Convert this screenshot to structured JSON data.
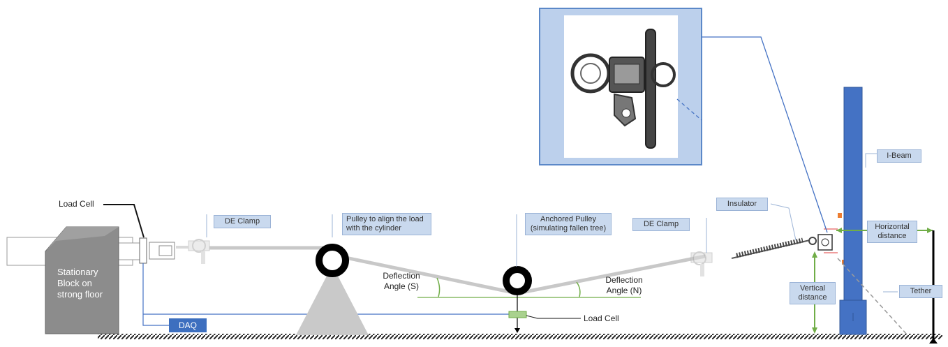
{
  "labels": {
    "load_cell_top": "Load Cell",
    "block": "Stationary Block on strong floor",
    "daq": "DAQ",
    "de_clamp_left": "DE Clamp",
    "pulley_align": "Pulley to align the load with the cylinder",
    "anchored_pulley": "Anchored Pulley (simulating fallen tree)",
    "de_clamp_right": "DE Clamp",
    "insulator": "Insulator",
    "i_beam": "I-Beam",
    "horizontal_distance": "Horizontal distance",
    "vertical_distance": "Vertical distance",
    "tether": "Tether",
    "deflection_s": "Deflection Angle (S)",
    "deflection_n": "Deflection Angle (N)",
    "load_cell_bottom": "Load Cell"
  },
  "colors": {
    "cable": "#c8c8c8",
    "block": "#8a8a8a",
    "beam": "#4472c4",
    "label_fill": "#c9d9ee",
    "green": "#70ad47",
    "line_blue": "#4472c4"
  }
}
